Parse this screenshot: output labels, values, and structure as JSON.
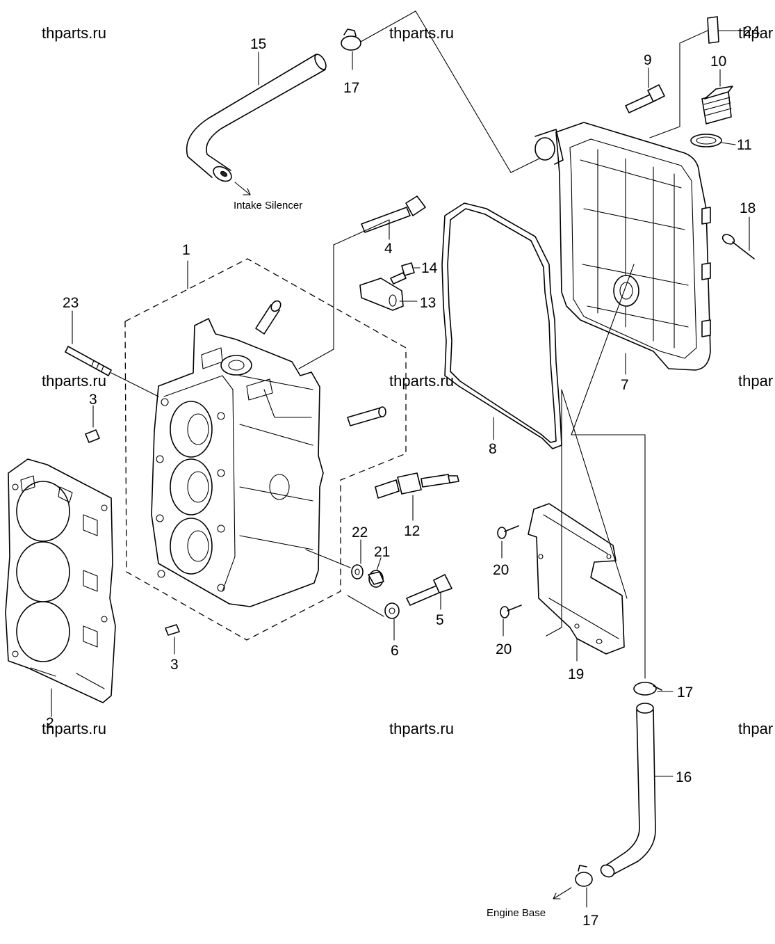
{
  "watermark": "thparts.ru",
  "watermark_partial": "thpar",
  "labels": {
    "intake": "Intake Silencer",
    "engine_base": "Engine Base"
  },
  "callouts": {
    "n1": "1",
    "n2": "2",
    "n3a": "3",
    "n3b": "3",
    "n4": "4",
    "n5": "5",
    "n6": "6",
    "n7": "7",
    "n8": "8",
    "n9": "9",
    "n10": "10",
    "n11": "11",
    "n12": "12",
    "n13": "13",
    "n14": "14",
    "n15": "15",
    "n16": "16",
    "n17a": "17",
    "n17b": "17",
    "n17c": "17",
    "n18": "18",
    "n19": "19",
    "n20a": "20",
    "n20b": "20",
    "n21": "21",
    "n22": "22",
    "n23": "23",
    "n24": "24"
  }
}
